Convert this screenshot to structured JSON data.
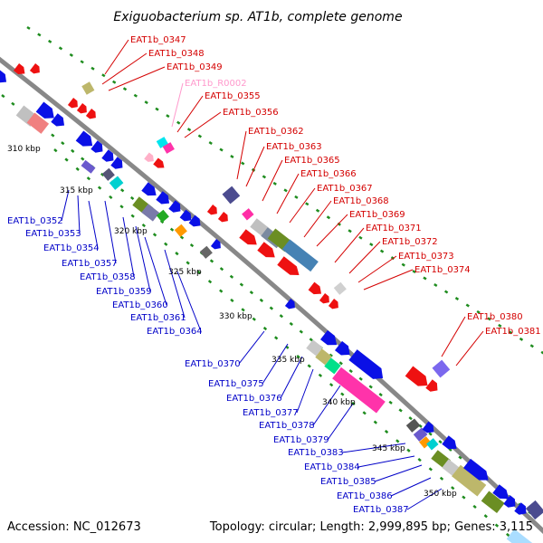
{
  "title": "Exiguobacterium sp. AT1b, complete genome",
  "footer": {
    "accession": "Accession: NC_012673",
    "topology": "Topology: circular; Length: 2,999,895 bp; Genes: 3,115"
  },
  "colors": {
    "upper_label": "#d40000",
    "lower_label": "#0000c8",
    "rna_label": "#ff99cc",
    "backbone": "#888888",
    "tick": "#1e8c1e"
  },
  "kbp_marks": [
    "310 kbp",
    "315 kbp",
    "320 kbp",
    "325 kbp",
    "330 kbp",
    "335 kbp",
    "340 kbp",
    "345 kbp",
    "350 kbp"
  ],
  "upper_labels": [
    "EAT1b_0347",
    "EAT1b_0348",
    "EAT1b_0349",
    "EAT1b_R0002",
    "EAT1b_0355",
    "EAT1b_0356",
    "EAT1b_0362",
    "EAT1b_0363",
    "EAT1b_0365",
    "EAT1b_0366",
    "EAT1b_0367",
    "EAT1b_0368",
    "EAT1b_0369",
    "EAT1b_0371",
    "EAT1b_0372",
    "EAT1b_0373",
    "EAT1b_0374",
    "EAT1b_0380",
    "EAT1b_0381"
  ],
  "lower_labels": [
    "EAT1b_0352",
    "EAT1b_0353",
    "EAT1b_0354",
    "EAT1b_0357",
    "EAT1b_0358",
    "EAT1b_0359",
    "EAT1b_0360",
    "EAT1b_0361",
    "EAT1b_0364",
    "EAT1b_0370",
    "EAT1b_0375",
    "EAT1b_0376",
    "EAT1b_0377",
    "EAT1b_0378",
    "EAT1b_0379",
    "EAT1b_0383",
    "EAT1b_0384",
    "EAT1b_0385",
    "EAT1b_0386",
    "EAT1b_0387"
  ]
}
